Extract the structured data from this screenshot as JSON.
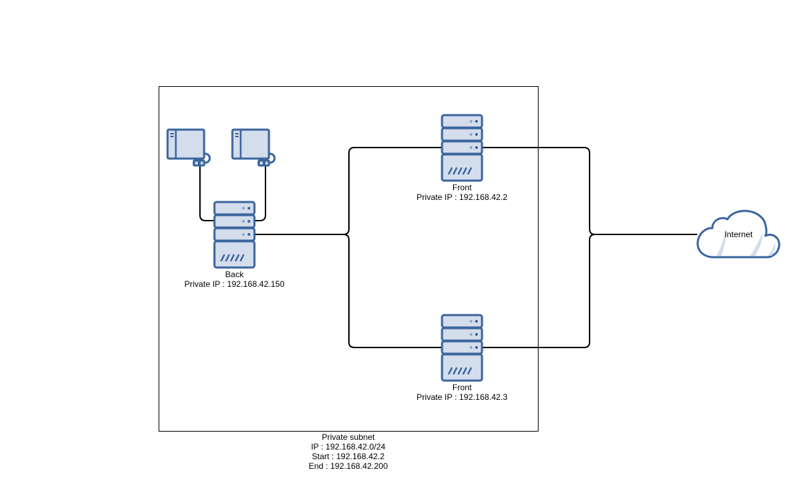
{
  "colors": {
    "device_fill": "#d4ddec",
    "device_stroke": "#3b659e",
    "device_dot_dim": "#8fa7c9",
    "link": "#000000",
    "subnet_border": "#000000",
    "cloud_accent": "#d4ddec"
  },
  "nodes": {
    "back": {
      "name": "Back",
      "ip": "Private IP : 192.168.42.150",
      "icon": "server-icon"
    },
    "front1": {
      "name": "Front",
      "ip": "Private IP : 192.168.42.2",
      "icon": "server-icon"
    },
    "front2": {
      "name": "Front",
      "ip": "Private IP : 192.168.42.3",
      "icon": "server-icon"
    },
    "internet": {
      "name": "Internet",
      "icon": "cloud-icon"
    },
    "drives": [
      {
        "icon": "storage-drive-icon"
      },
      {
        "icon": "storage-drive-icon"
      }
    ]
  },
  "subnet": {
    "title": "Private subnet",
    "ip": "IP : 192.168.42.0/24",
    "start": "Start : 192.168.42.2",
    "end": "End : 192.168.42.200"
  }
}
